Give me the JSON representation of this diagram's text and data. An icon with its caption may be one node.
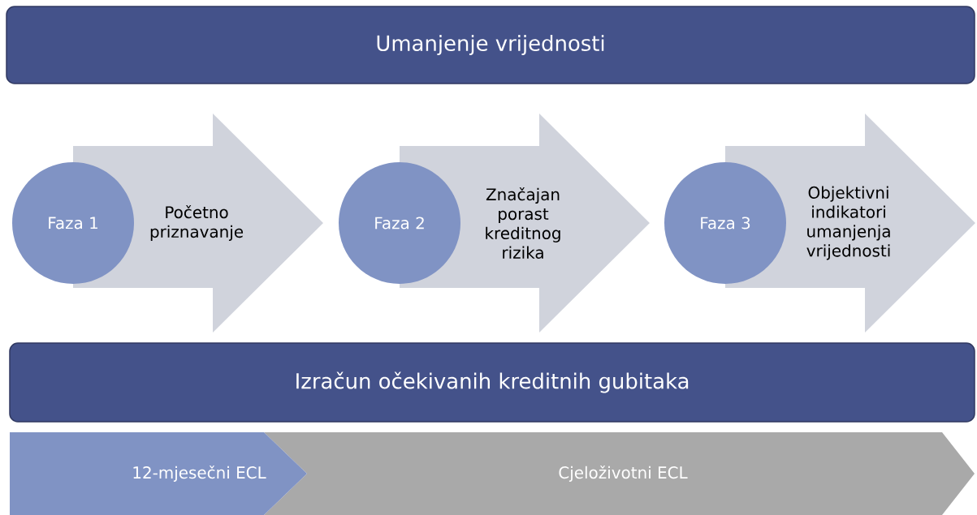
{
  "diagram": {
    "nodes": [
      {
        "text": [
          "Umanjenje vrijednosti"
        ]
      },
      {
        "text": [
          "Faza 1"
        ]
      },
      {
        "text": [
          "Početno priznavanje"
        ]
      },
      {
        "text": [
          "Faza 2"
        ]
      },
      {
        "text": [
          "Značajan porast kreditnog rizika"
        ]
      },
      {
        "text": [
          "Faza 3"
        ]
      },
      {
        "text": [
          "Objektivni indikatori umanjenja vrijednosti"
        ]
      },
      {
        "text": [
          "Izračun očekivanih kreditnih gubitaka"
        ]
      },
      {
        "text": [
          "12-mjesečni ECL"
        ]
      },
      {
        "text": [
          "Cjeloživotni ECL"
        ]
      }
    ],
    "edges": []
  }
}
